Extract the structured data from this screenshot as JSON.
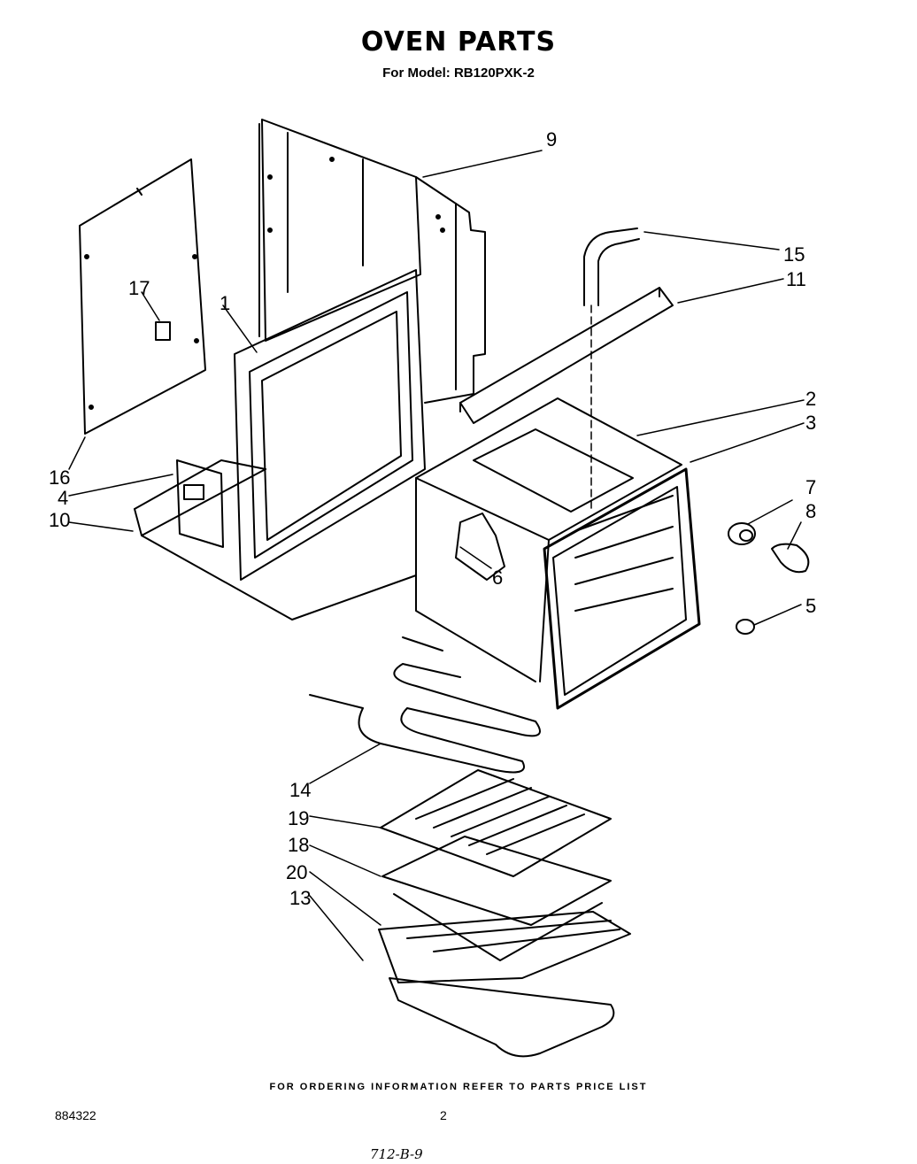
{
  "title": "OVEN PARTS",
  "subtitle": "For Model: RB120PXK-2",
  "footer_note": "FOR ORDERING INFORMATION REFER TO PARTS PRICE LIST",
  "doc_number": "884322",
  "page_number": "2",
  "handwritten_note": "712-B-9",
  "callouts": [
    "9",
    "15",
    "11",
    "17",
    "1",
    "2",
    "3",
    "7",
    "8",
    "16",
    "4",
    "10",
    "6",
    "5",
    "14",
    "19",
    "18",
    "20",
    "13"
  ]
}
